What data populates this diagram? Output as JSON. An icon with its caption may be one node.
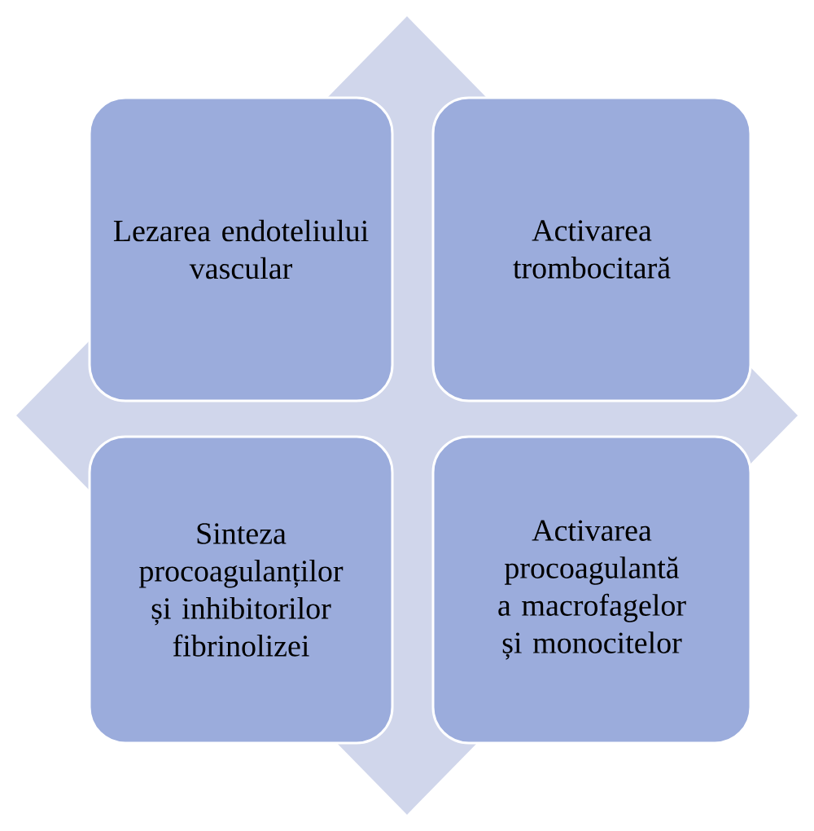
{
  "diagram": {
    "nodes": [
      {
        "text": [
          "Lezarea endoteliului vascular"
        ]
      },
      {
        "text": [
          "Activarea trombocitară"
        ]
      },
      {
        "text": [
          "Sinteza procoagulanților și inhibitorilor fibrinolizei"
        ]
      },
      {
        "text": [
          "Activarea procoagulantă a macrofagelor și monocitelor"
        ]
      }
    ]
  }
}
